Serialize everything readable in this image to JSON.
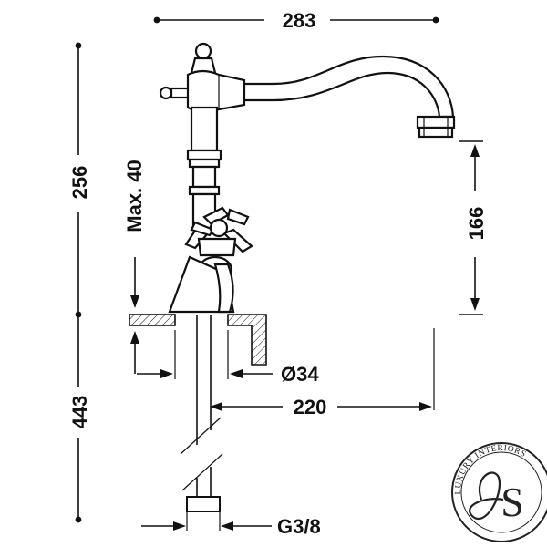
{
  "dimensions": {
    "top_width": "283",
    "total_height": "256",
    "bottom_height": "443",
    "max_mount": "Max. 40",
    "spout_height": "166",
    "hole_diameter": "Ø34",
    "reach": "220",
    "thread": "G3/8"
  },
  "logo": {
    "text": "LUXURY INTERIORS",
    "monogram": "S"
  }
}
